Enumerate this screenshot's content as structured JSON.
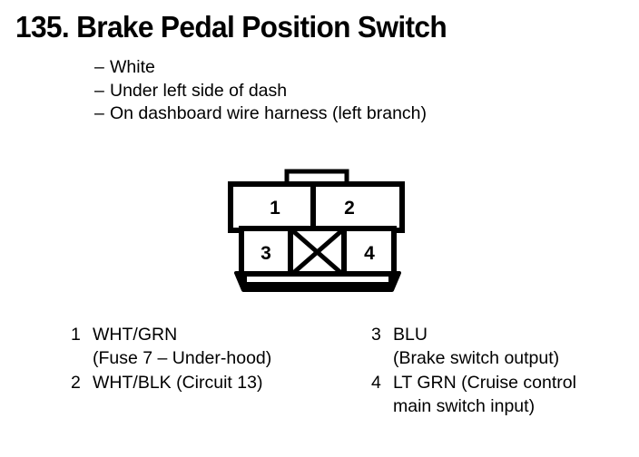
{
  "page": {
    "title": "135. Brake Pedal Position Switch",
    "background_color": "#ffffff",
    "ink_color": "#000000"
  },
  "description": {
    "dash": "–",
    "items": [
      "White",
      "Under left side of dash",
      "On dashboard wire harness (left branch)"
    ]
  },
  "connector": {
    "name": "brake-pedal-position-switch-connector",
    "cavity_count": 4,
    "upper_row": [
      {
        "number": "1"
      },
      {
        "number": "2"
      }
    ],
    "lower_row": [
      {
        "number": "3"
      },
      {
        "number": "",
        "blank": true,
        "marker": "x-crossed"
      },
      {
        "number": "4"
      }
    ]
  },
  "pin_legend": {
    "left_column": [
      {
        "number": "1",
        "lines": [
          "WHT/GRN",
          "(Fuse 7 – Under-hood)"
        ]
      },
      {
        "number": "2",
        "lines": [
          "WHT/BLK (Circuit 13)"
        ]
      }
    ],
    "right_column": [
      {
        "number": "3",
        "lines": [
          "BLU",
          "(Brake switch output)"
        ]
      },
      {
        "number": "4",
        "lines": [
          "LT GRN (Cruise control",
          "main switch input)"
        ]
      }
    ]
  }
}
